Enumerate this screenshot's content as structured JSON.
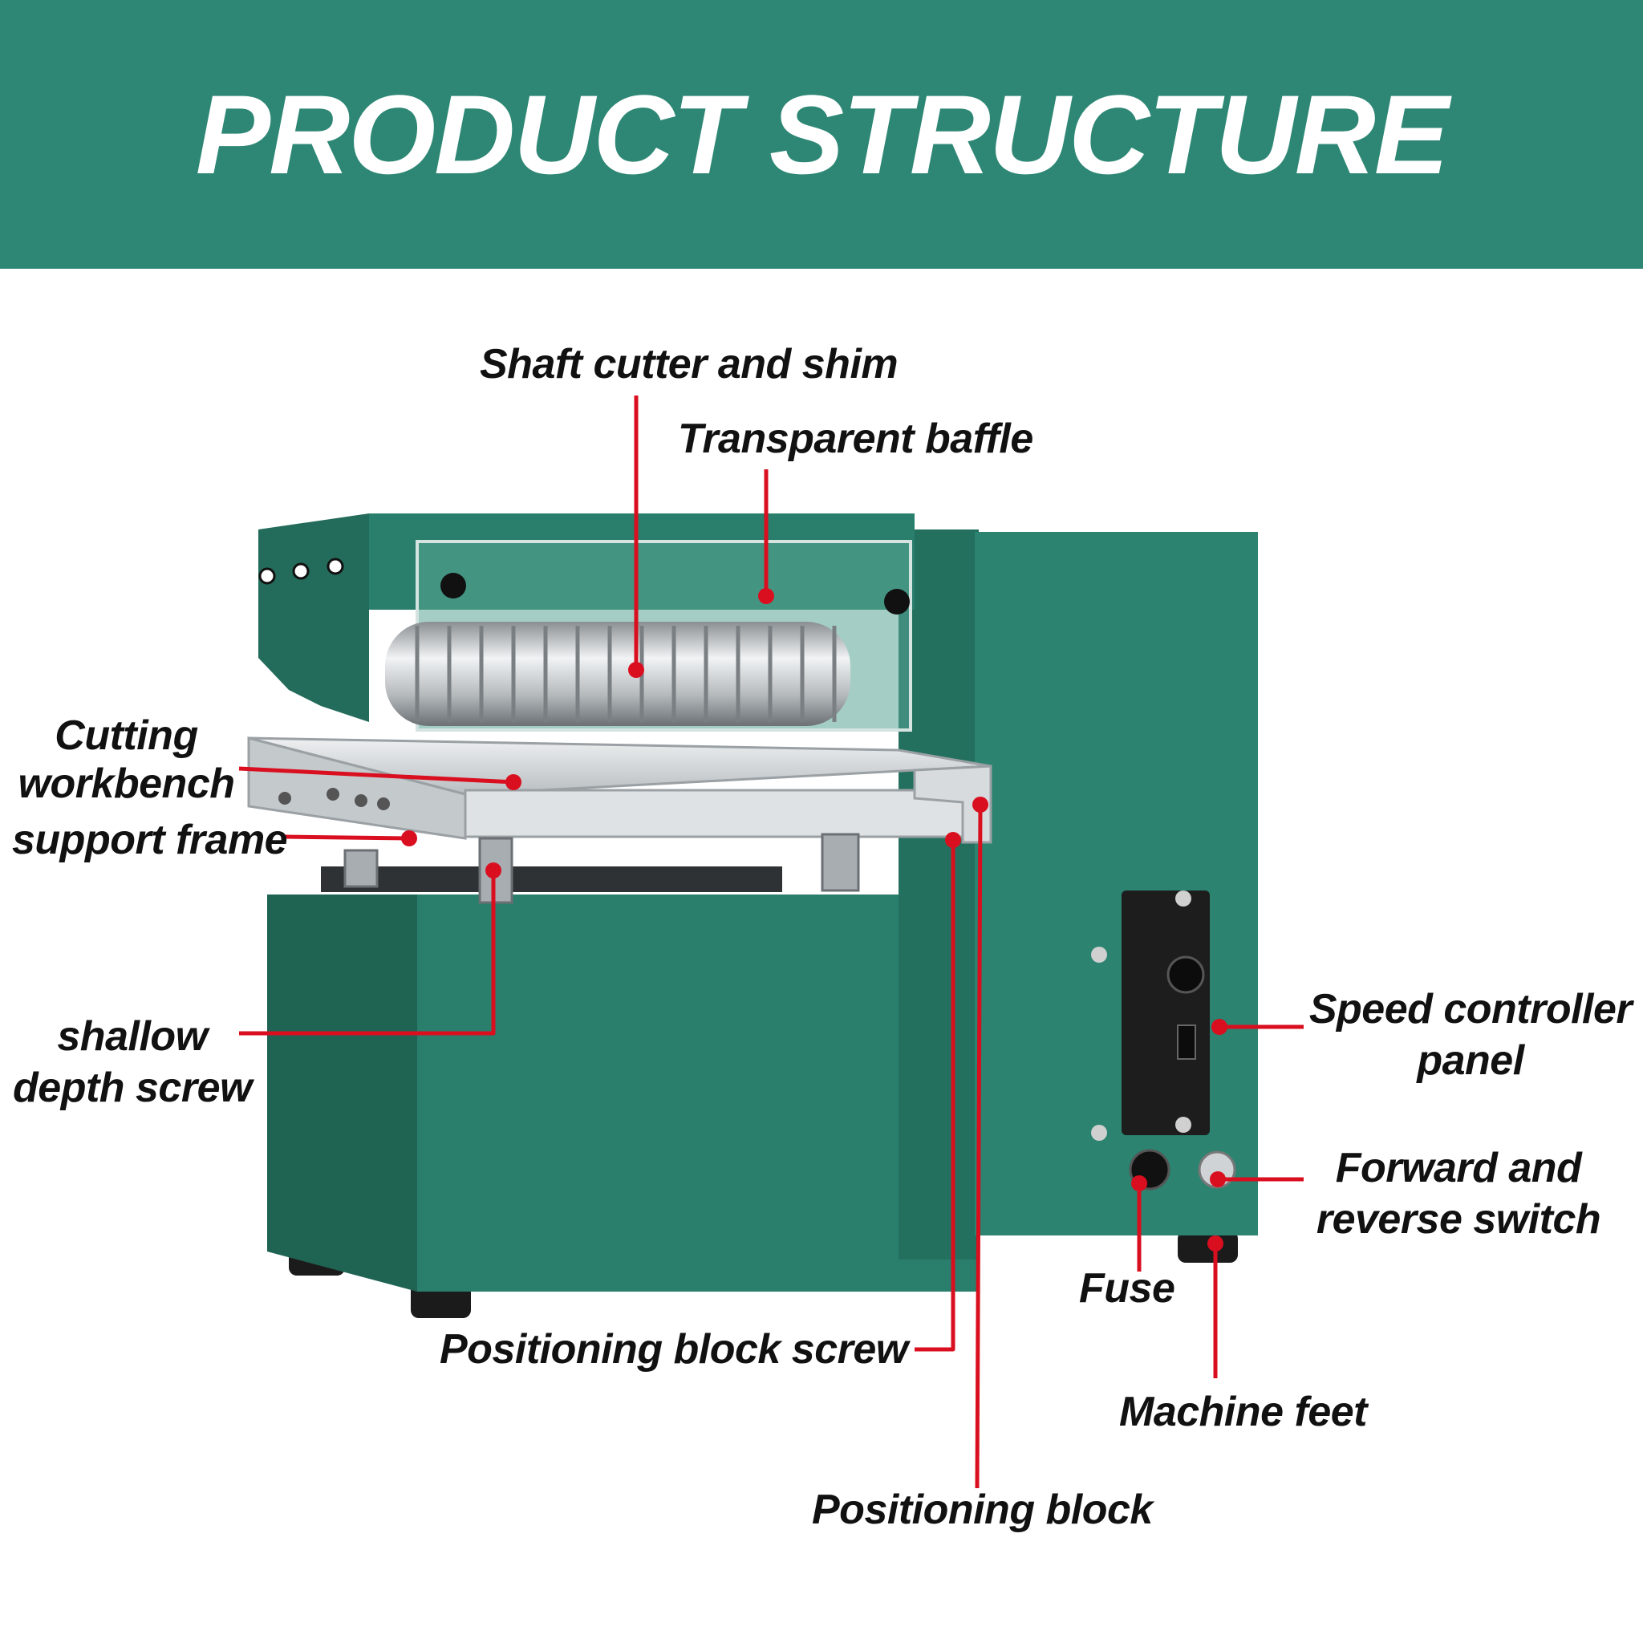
{
  "banner": {
    "title": "PRODUCT STRUCTURE"
  },
  "colors": {
    "banner": "#2e8775",
    "machine_body": "#2a7e6c",
    "machine_dark": "#1f6353",
    "callout_line": "#d90f1f",
    "metal": "#c9cdd0",
    "text": "#111111"
  },
  "callouts": [
    {
      "id": "shaft-cutter",
      "lines": [
        "Shaft cutter and shim"
      ]
    },
    {
      "id": "transparent-baffle",
      "lines": [
        "Transparent baffle"
      ]
    },
    {
      "id": "cutting-workbench",
      "lines": [
        "Cutting",
        "workbench"
      ]
    },
    {
      "id": "support-frame",
      "lines": [
        "support frame"
      ]
    },
    {
      "id": "shallow-depth-screw",
      "lines": [
        "shallow",
        "depth screw"
      ]
    },
    {
      "id": "speed-controller",
      "lines": [
        "Speed controller",
        "panel"
      ]
    },
    {
      "id": "forward-reverse-switch",
      "lines": [
        "Forward and",
        "reverse switch"
      ]
    },
    {
      "id": "fuse",
      "lines": [
        "Fuse"
      ]
    },
    {
      "id": "positioning-block-screw",
      "lines": [
        "Positioning block screw"
      ]
    },
    {
      "id": "machine-feet",
      "lines": [
        "Machine feet"
      ]
    },
    {
      "id": "positioning-block",
      "lines": [
        "Positioning block"
      ]
    }
  ]
}
